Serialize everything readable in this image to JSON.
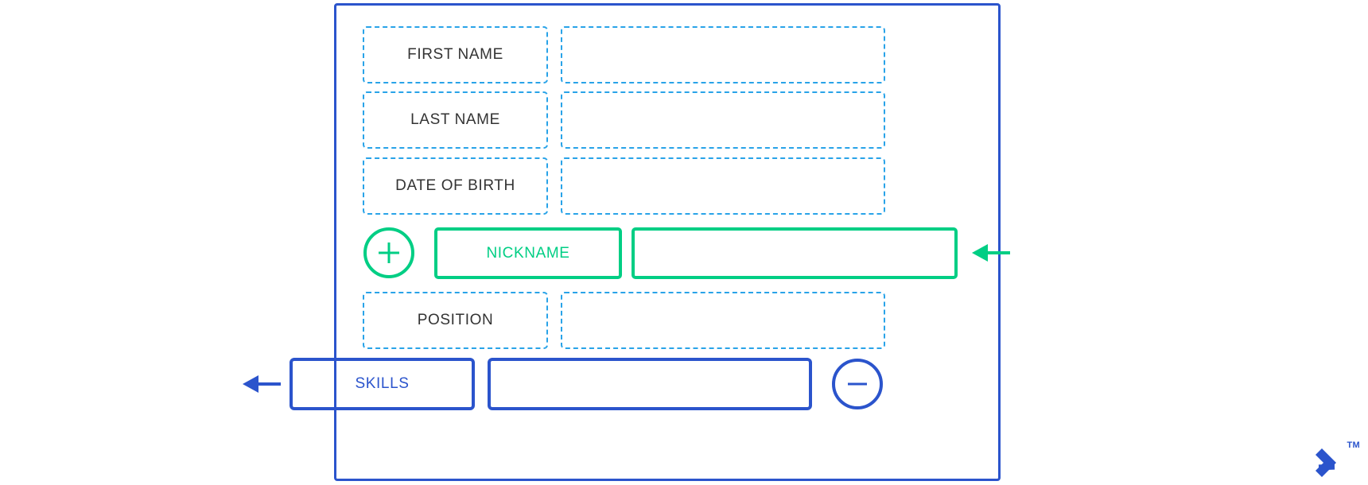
{
  "colors": {
    "blue": "#2B54CC",
    "dashed_blue": "#29A3E8",
    "green": "#00CE84",
    "label_text": "#333333",
    "background": "#FFFFFF"
  },
  "form": {
    "title": "",
    "rows": [
      {
        "id": "first-name",
        "label": "FIRST NAME",
        "value": "",
        "placeholder": "",
        "state": "dashed"
      },
      {
        "id": "last-name",
        "label": "LAST NAME",
        "value": "",
        "placeholder": "",
        "state": "dashed"
      },
      {
        "id": "date-of-birth",
        "label": "DATE OF BIRTH",
        "value": "",
        "placeholder": "",
        "state": "dashed"
      },
      {
        "id": "nickname",
        "label": "NICKNAME",
        "value": "",
        "placeholder": "",
        "state": "green",
        "action_icon": "plus-circle-icon",
        "pointer": "left-arrow-green"
      },
      {
        "id": "position",
        "label": "POSITION",
        "value": "",
        "placeholder": "",
        "state": "dashed"
      },
      {
        "id": "skills",
        "label": "SKILLS",
        "value": "",
        "placeholder": "",
        "state": "blue",
        "action_icon": "minus-circle-icon",
        "pointer": "left-arrow-blue"
      }
    ]
  },
  "brand": {
    "trademark": "TM",
    "mark": "chevron-logo-icon"
  }
}
